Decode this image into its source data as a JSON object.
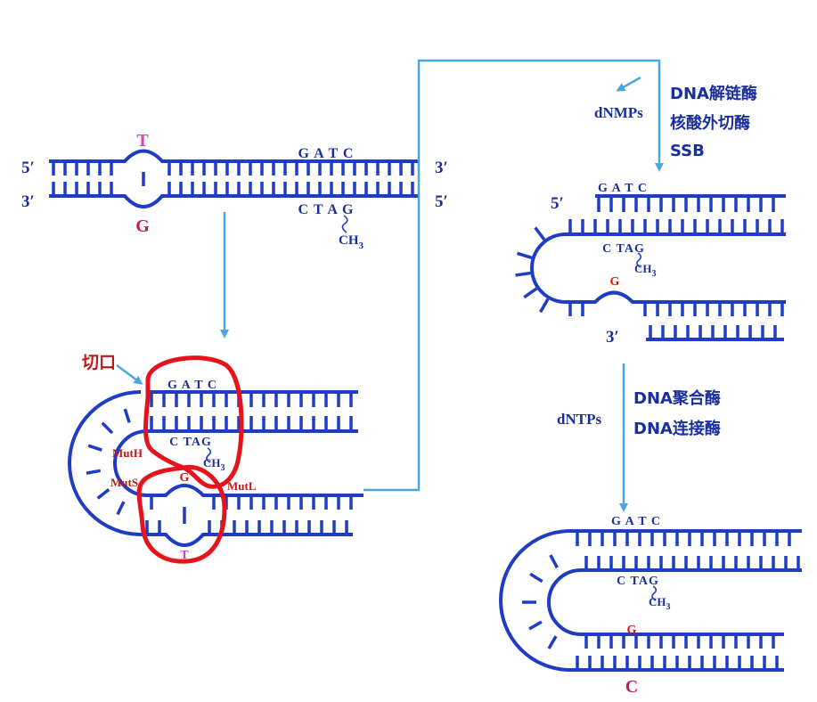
{
  "colors": {
    "strand": "#1f3cc4",
    "label": "#1a2f9e",
    "arrow": "#4ea6e0",
    "enzyme_outline": "#e5141c",
    "mismatch_T": "#e040b8",
    "mismatch_G": "#c8175a",
    "red_base": "#e01010",
    "nick_label": "#c01818"
  },
  "panel_original": {
    "left_top_end": "5′",
    "left_bottom_end": "3′",
    "right_top_end": "3′",
    "right_bottom_end": "5′",
    "mismatch_top": "T",
    "mismatch_bottom": "G",
    "site_top": "G A T C",
    "site_bottom": "C T A G",
    "methyl": "CH",
    "methyl_sub": "3"
  },
  "panel_recognition": {
    "nick_label": "切口",
    "site_top": "G A T C",
    "site_bottom": "C TAG",
    "methyl": "CH",
    "methyl_sub": "3",
    "muth": "MutH",
    "muts": "MutS",
    "mutl": "MutL",
    "mismatch_G": "G",
    "mismatch_T": "T"
  },
  "step_excision": {
    "released": "dNMPs",
    "enzymes": [
      "DNA解链酶",
      "核酸外切酶",
      "SSB"
    ]
  },
  "panel_excised": {
    "end_5": "5′",
    "end_3": "3′",
    "site_top": "G A T C",
    "site_bottom": "C TAG",
    "methyl": "CH",
    "methyl_sub": "3",
    "remaining_base": "G"
  },
  "step_synthesis": {
    "substrate": "dNTPs",
    "enzymes": [
      "DNA聚合酶",
      "DNA连接酶"
    ]
  },
  "panel_repaired": {
    "site_top": "G A T C",
    "site_bottom": "C TAG",
    "methyl": "CH",
    "methyl_sub": "3",
    "template_base": "G",
    "new_base": "C"
  }
}
